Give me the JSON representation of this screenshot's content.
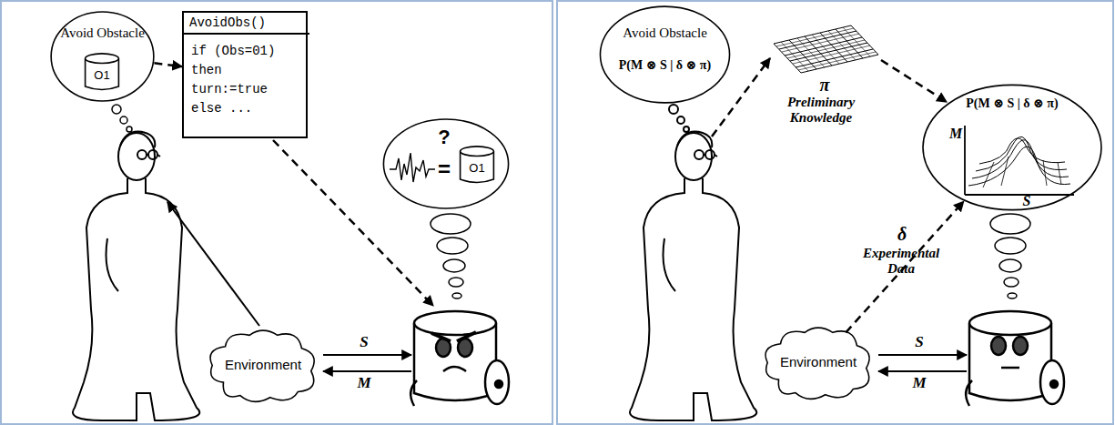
{
  "diagram": {
    "nodes": [
      {
        "text": [
          "Avoid Obstacle"
        ]
      },
      {
        "text": [
          "O1"
        ],
        "in": 0
      },
      {
        "text": [
          "AvoidObs()",
          "if (Obs=01) then turn:=true else ..."
        ]
      },
      {
        "text": [
          "?",
          "="
        ]
      },
      {
        "text": [
          "O1"
        ],
        "in": 3
      },
      {
        "text": [
          "Environment"
        ]
      },
      {
        "text": [
          "Avoid Obstacle",
          "P(M ⊗ S | δ ⊗ π)"
        ]
      },
      {
        "text": [
          "P(M ⊗ S | δ ⊗ π)",
          "M",
          "S"
        ]
      },
      {
        "text": [
          "Environment"
        ]
      }
    ],
    "edges": [
      {
        "from": 0,
        "to": 2,
        "arrow": "to"
      },
      {
        "from": 8,
        "to": 7,
        "arrow": "to"
      }
    ],
    "labels": [
      "S",
      "M",
      "π",
      "Preliminary Knowledge",
      "δ",
      "Experimental Data",
      "S",
      "M"
    ]
  }
}
